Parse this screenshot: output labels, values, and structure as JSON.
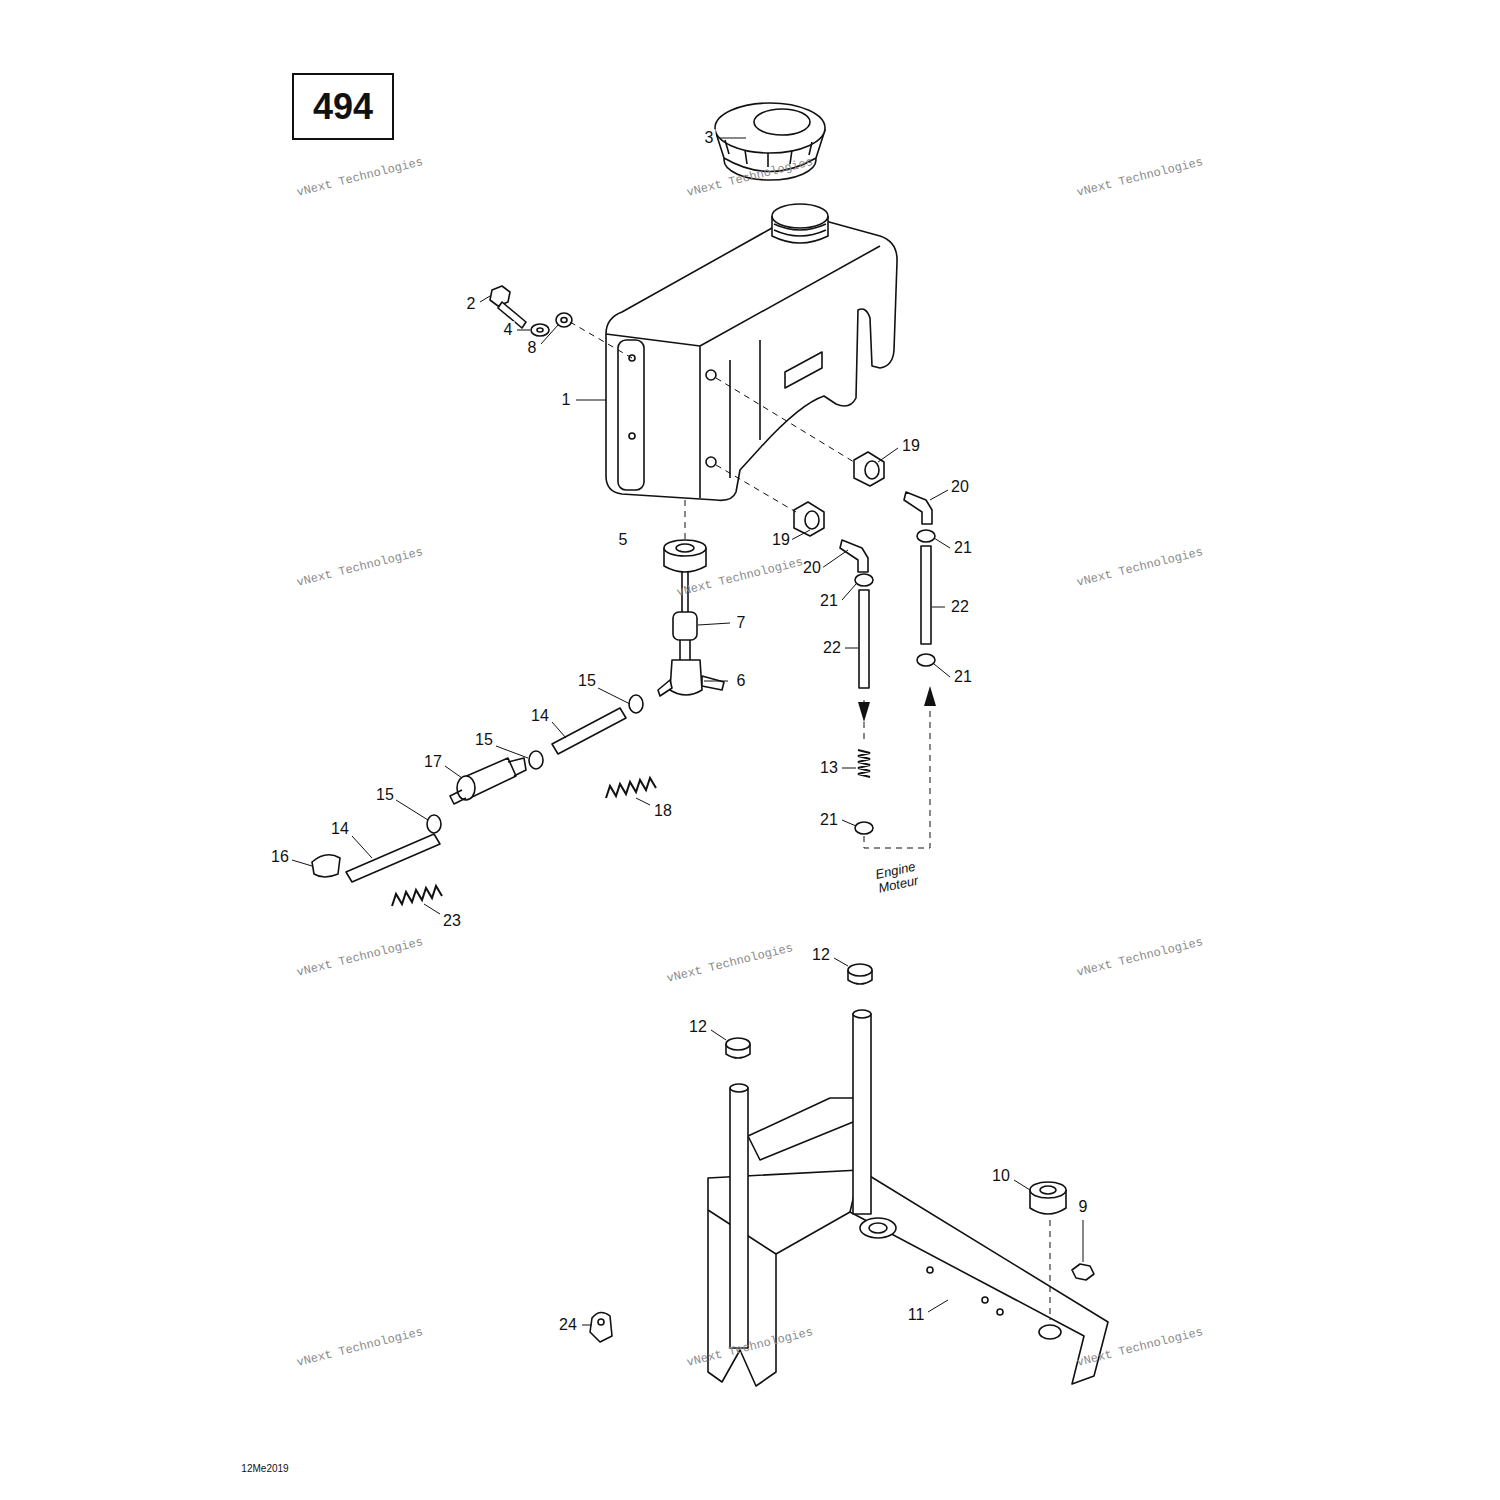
{
  "diagram": {
    "nodes": [
      {
        "text": [
          "494"
        ]
      }
    ],
    "labels": [
      "vNext Technologies",
      "3",
      "vNext Technologies",
      "vNext Technologies",
      "2",
      "4",
      "8",
      "1",
      "19",
      "20",
      "19",
      "5",
      "21",
      "20",
      "vNext Technologies",
      "vNext Technologies",
      "vNext Technologies",
      "21",
      "22",
      "7",
      "22",
      "21",
      "15",
      "6",
      "14",
      "15",
      "17",
      "13",
      "15",
      "18",
      "21",
      "14",
      "16",
      "Engine Moteur",
      "23",
      "12",
      "vNext Technologies",
      "vNext Technologies",
      "vNext Technologies",
      "12",
      "10",
      "9",
      "11",
      "24",
      "vNext Technologies",
      "vNext Technologies",
      "vNext Technologies",
      "12Me2019"
    ]
  }
}
